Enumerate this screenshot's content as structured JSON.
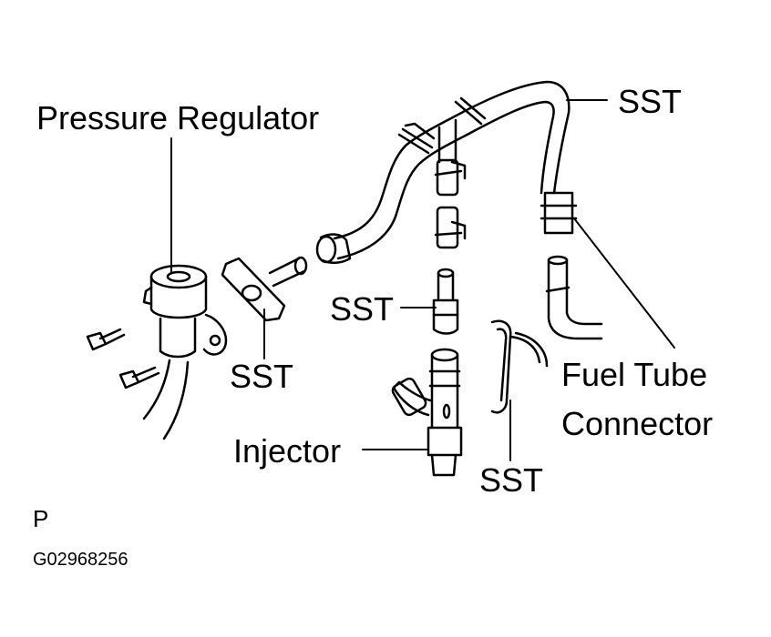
{
  "labels": {
    "pressure_regulator": "Pressure Regulator",
    "sst_top": "SST",
    "sst_flange": "SST",
    "sst_middle": "SST",
    "sst_clip": "SST",
    "injector": "Injector",
    "fuel_tube_line1": "Fuel Tube",
    "fuel_tube_line2": "Connector",
    "corner_letter": "P",
    "figure_id": "G02968256"
  },
  "colors": {
    "ink": "#000000",
    "paper": "#ffffff"
  }
}
